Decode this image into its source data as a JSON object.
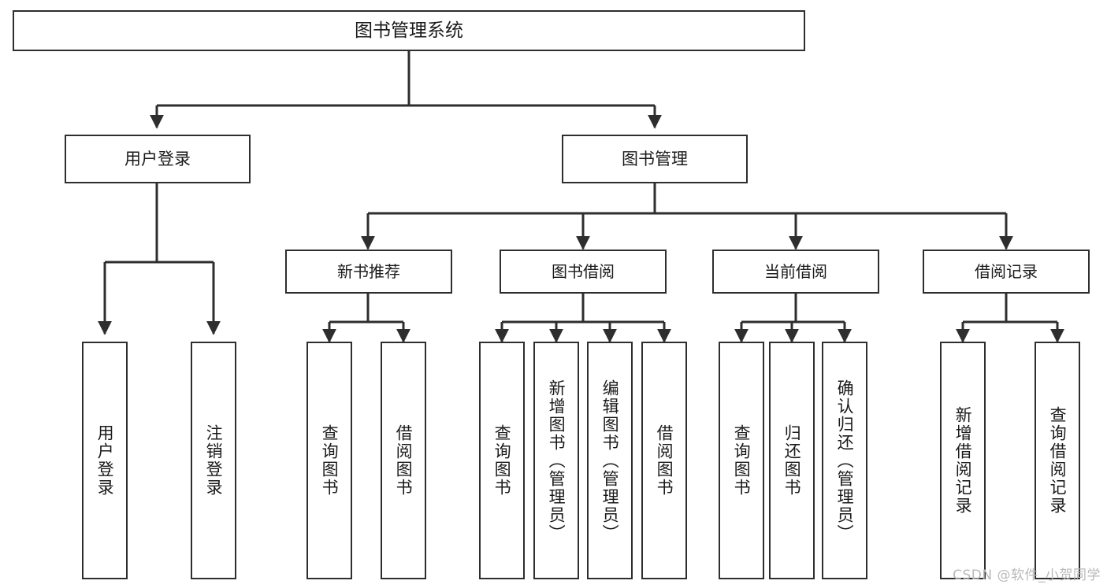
{
  "diagram": {
    "title": "图书管理系统",
    "type": "hierarchy-tree",
    "colors": {
      "background": "#ffffff",
      "node_border": "#2e2e2e",
      "node_fill": "#ffffff",
      "connector": "#2e2e2e",
      "text": "#1a1a1a",
      "watermark": "#b9b9b9"
    },
    "root": {
      "label": "图书管理系统"
    },
    "level1": [
      {
        "id": "user-login",
        "label": "用户登录"
      },
      {
        "id": "book-manage",
        "label": "图书管理"
      }
    ],
    "level2": [
      {
        "id": "new-book-recommend",
        "label": "新书推荐",
        "parent": "book-manage"
      },
      {
        "id": "book-borrow",
        "label": "图书借阅",
        "parent": "book-manage"
      },
      {
        "id": "current-borrow",
        "label": "当前借阅",
        "parent": "book-manage"
      },
      {
        "id": "borrow-record",
        "label": "借阅记录",
        "parent": "book-manage"
      }
    ],
    "leaves": [
      {
        "id": "leaf-user-login",
        "label": "用户登录",
        "parent": "user-login"
      },
      {
        "id": "leaf-user-logout",
        "label": "注销登录",
        "parent": "user-login"
      },
      {
        "id": "leaf-query-book-1",
        "label": "查询图书",
        "parent": "new-book-recommend"
      },
      {
        "id": "leaf-borrow-book-1",
        "label": "借阅图书",
        "parent": "new-book-recommend"
      },
      {
        "id": "leaf-query-book-2",
        "label": "查询图书",
        "parent": "book-borrow"
      },
      {
        "id": "leaf-add-book",
        "label": "新增图书（管理员）",
        "parent": "book-borrow"
      },
      {
        "id": "leaf-edit-book",
        "label": "编辑图书（管理员）",
        "parent": "book-borrow"
      },
      {
        "id": "leaf-borrow-book-2",
        "label": "借阅图书",
        "parent": "book-borrow"
      },
      {
        "id": "leaf-query-book-3",
        "label": "查询图书",
        "parent": "current-borrow"
      },
      {
        "id": "leaf-return-book",
        "label": "归还图书",
        "parent": "current-borrow"
      },
      {
        "id": "leaf-confirm-return",
        "label": "确认归还（管理员）",
        "parent": "current-borrow"
      },
      {
        "id": "leaf-add-record",
        "label": "新增借阅记录",
        "parent": "borrow-record"
      },
      {
        "id": "leaf-query-record",
        "label": "查询借阅记录",
        "parent": "borrow-record"
      }
    ]
  },
  "watermark": {
    "text": "CSDN @软件_小贺同学"
  }
}
